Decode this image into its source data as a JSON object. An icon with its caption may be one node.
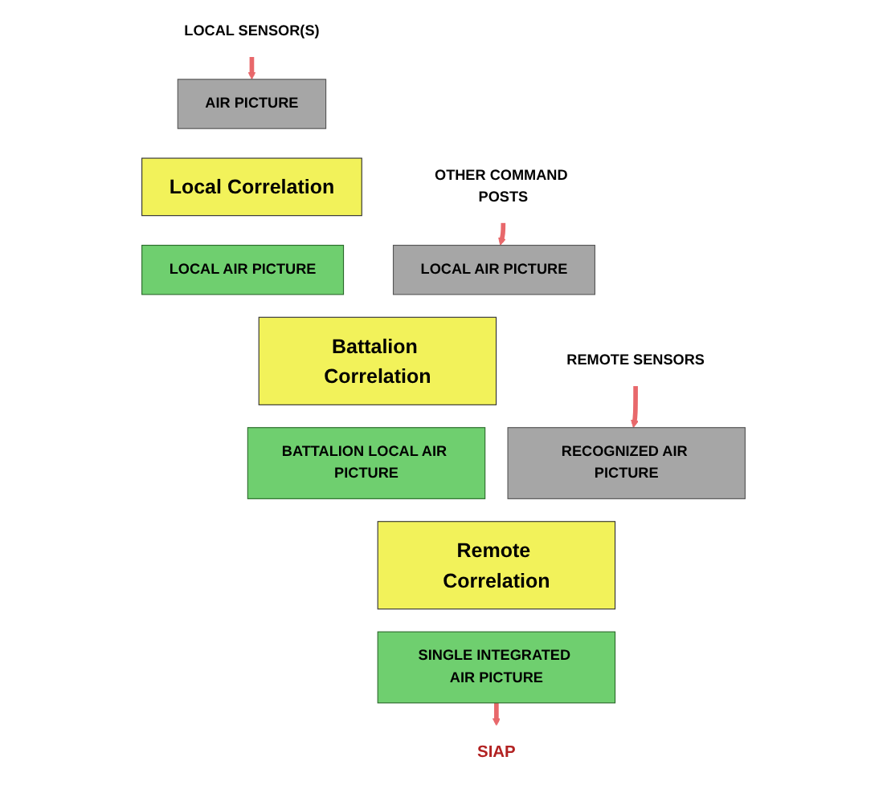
{
  "diagram": {
    "nodes": [
      {
        "text": [
          "LOCAL SENSOR(S)"
        ]
      },
      {
        "text": [
          "AIR PICTURE"
        ]
      },
      {
        "text": [
          "Local Correlation"
        ]
      },
      {
        "text": [
          "OTHER COMMAND POSTS"
        ]
      },
      {
        "text": [
          "LOCAL AIR PICTURE"
        ]
      },
      {
        "text": [
          "LOCAL AIR PICTURE"
        ]
      },
      {
        "text": [
          "Battalion Correlation"
        ]
      },
      {
        "text": [
          "REMOTE SENSORS"
        ]
      },
      {
        "text": [
          "BATTALION LOCAL AIR PICTURE"
        ]
      },
      {
        "text": [
          "RECOGNIZED AIR PICTURE"
        ]
      },
      {
        "text": [
          "Remote Correlation"
        ]
      },
      {
        "text": [
          "SINGLE INTEGRATED AIR PICTURE"
        ]
      },
      {
        "text": [
          "SIAP"
        ]
      }
    ],
    "edges": [
      {
        "from": 0,
        "to": 1,
        "arrow": "to"
      },
      {
        "from": 3,
        "to": 5,
        "arrow": "to"
      },
      {
        "from": 7,
        "to": 9,
        "arrow": "to"
      },
      {
        "from": 11,
        "to": 12,
        "arrow": "to"
      }
    ]
  }
}
